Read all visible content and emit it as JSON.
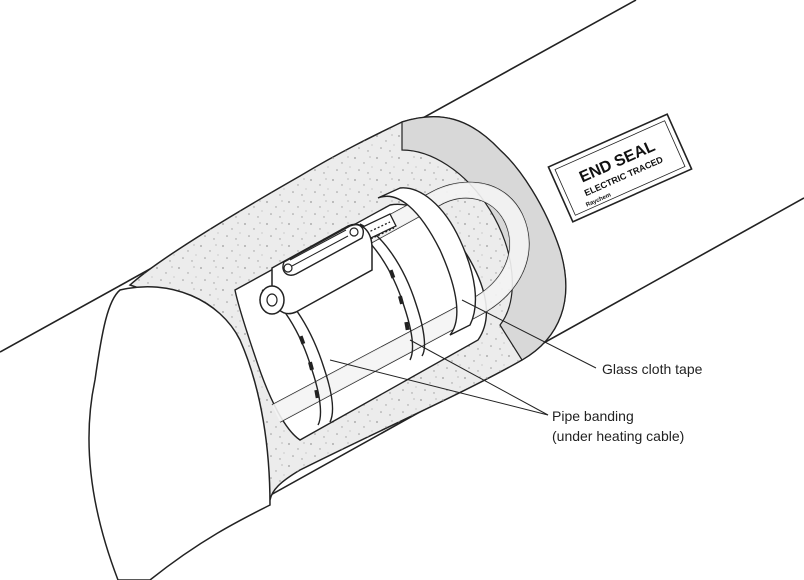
{
  "callouts": {
    "glass_cloth_tape": "Glass cloth tape",
    "pipe_banding_line1": "Pipe banding",
    "pipe_banding_line2": "(under heating cable)"
  },
  "label": {
    "title": "END SEAL",
    "subtitle": "ELECTRIC TRACED",
    "brand": "Raychem"
  },
  "colors": {
    "line": "#222222",
    "insulation_fill": "#ececec",
    "speckle": "#9a9a9a",
    "inner_gray": "#d8d8d8",
    "cable_fill": "#f4f4f4"
  }
}
